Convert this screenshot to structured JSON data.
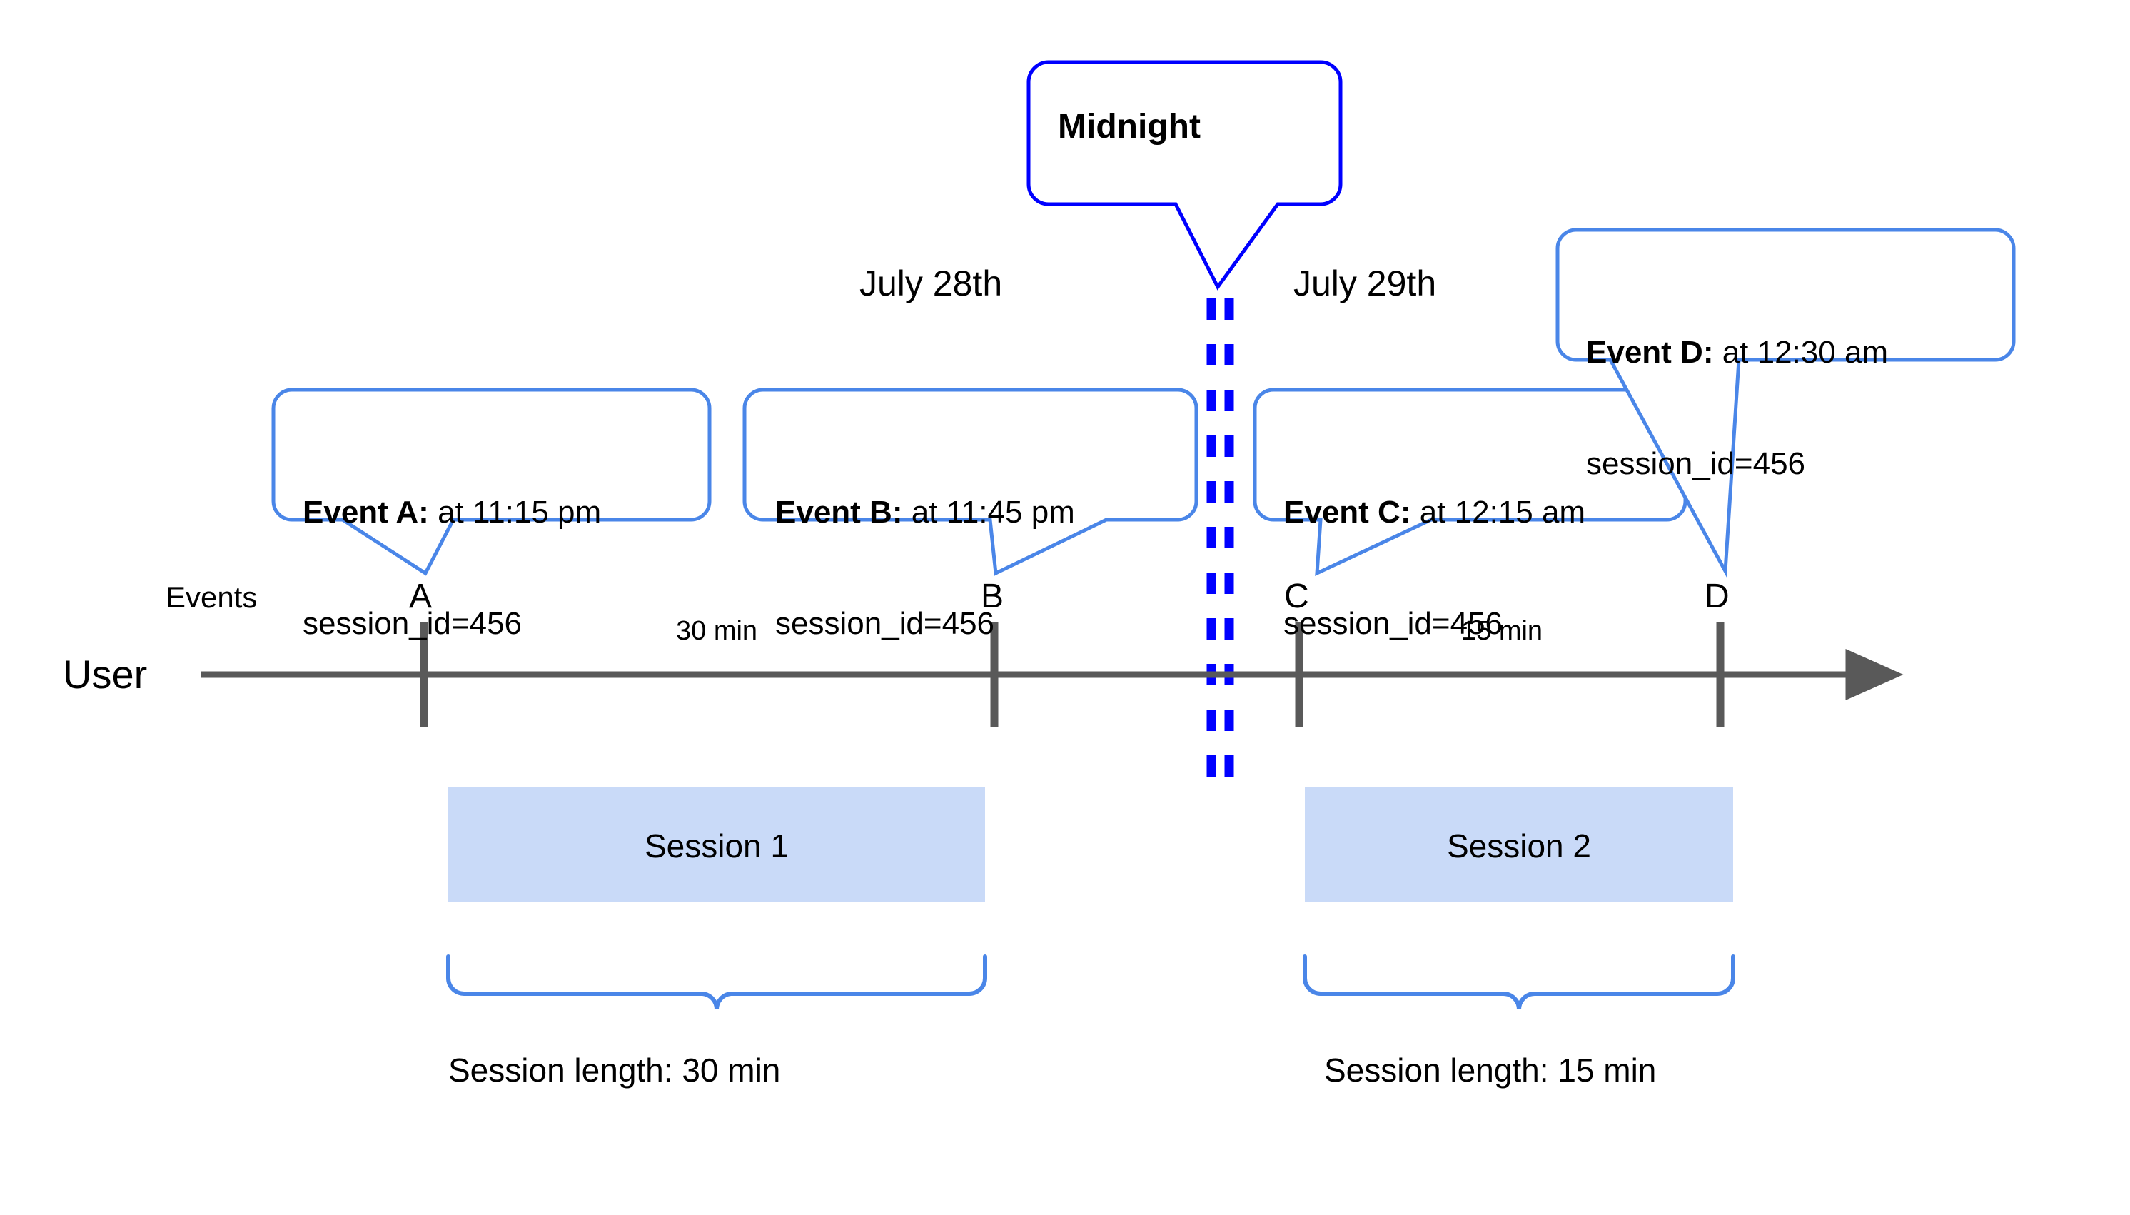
{
  "diagram": {
    "title_note": "Midnight",
    "colors": {
      "midnight_border": "#0000FF",
      "callout_border": "#4a86e8",
      "callout_fill": "#FFFFFF",
      "session_fill": "#c9daf8",
      "brace": "#4a86e8",
      "axis": "#595959",
      "text": "#000000"
    },
    "axis": {
      "user_label": "User",
      "events_label": "Events"
    },
    "dates": {
      "left": "July 28th",
      "right": "July 29th"
    },
    "midnight": {
      "label": "Midnight"
    },
    "events": [
      {
        "letter": "A",
        "title": "Event A:",
        "time": " at 11:15 pm",
        "session_id": "session_id=456"
      },
      {
        "letter": "B",
        "title": "Event B:",
        "time": " at 11:45 pm",
        "session_id": "session_id=456"
      },
      {
        "letter": "C",
        "title": "Event C:",
        "time": " at 12:15 am",
        "session_id": "session_id=456"
      },
      {
        "letter": "D",
        "title": "Event D:",
        "time": " at 12:30 am",
        "session_id": "session_id=456"
      }
    ],
    "gaps": [
      {
        "label": "30 min"
      },
      {
        "label": "15 min"
      }
    ],
    "sessions": [
      {
        "name": "Session 1",
        "length_label": "Session length: 30 min"
      },
      {
        "name": "Session 2",
        "length_label": "Session length: 15 min"
      }
    ]
  }
}
